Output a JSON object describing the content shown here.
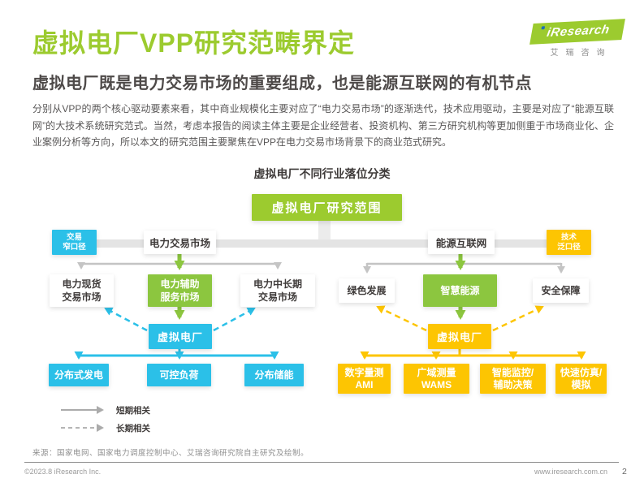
{
  "colors": {
    "green-root": "#9CCB2F",
    "green": "#8CC63F",
    "cyan": "#2BC0E8",
    "yellow": "#FDC502",
    "bar-gray": "#E4E4E4"
  },
  "header": {
    "title": "虚拟电厂VPP研究范畴界定",
    "subtitle": "虚拟电厂既是电力交易市场的重要组成，也是能源互联网的有机节点"
  },
  "logo": {
    "brand": "iResearch",
    "brand_cn": "艾瑞咨询"
  },
  "body": {
    "paragraph": "分别从VPP的两个核心驱动要素来看，其中商业规模化主要对应了“电力交易市场”的逐渐迭代，技术应用驱动，主要是对应了“能源互联网”的大技术系统研究范式。当然，考虑本报告的阅读主体主要是企业经营者、投资机构、第三方研究机构等更加侧重于市场商业化、企业案例分析等方向，所以本文的研究范围主要聚焦在VPP在电力交易市场背景下的商业范式研究。"
  },
  "diagram": {
    "title": "虚拟电厂不同行业落位分类",
    "nodes": {
      "root": {
        "label": "虚拟电厂研究范围"
      },
      "trade_tag": {
        "line1": "交易",
        "line2": "窄口径"
      },
      "power_trading_market": {
        "label": "电力交易市场"
      },
      "energy_internet": {
        "label": "能源互联网"
      },
      "tech_tag": {
        "line1": "技术",
        "line2": "泛口径"
      },
      "spot_market": {
        "line1": "电力现货",
        "line2": "交易市场"
      },
      "ancillary_market": {
        "line1": "电力辅助",
        "line2": "服务市场"
      },
      "mid_long_market": {
        "line1": "电力中长期",
        "line2": "交易市场"
      },
      "green_dev": {
        "label": "绿色发展"
      },
      "smart_energy": {
        "label": "智慧能源"
      },
      "security": {
        "label": "安全保障"
      },
      "vpp_left": {
        "label": "虚拟电厂"
      },
      "vpp_right": {
        "label": "虚拟电厂"
      },
      "distributed_gen": {
        "label": "分布式发电"
      },
      "controllable_load": {
        "label": "可控负荷"
      },
      "distributed_storage": {
        "label": "分布储能"
      },
      "ami": {
        "line1": "数字量测",
        "line2": "AMI"
      },
      "wams": {
        "line1": "广域测量",
        "line2": "WAMS"
      },
      "monitor": {
        "line1": "智能监控/",
        "line2": "辅助决策"
      },
      "simulation": {
        "line1": "快速仿真/",
        "line2": "模拟"
      }
    },
    "legend": {
      "short_term": "短期相关",
      "long_term": "长期相关"
    }
  },
  "footer": {
    "source": "来源：国家电网、国家电力调度控制中心、艾瑞咨询研究院自主研究及绘制。",
    "copyright": "©2023.8 iResearch Inc.",
    "website": "www.iresearch.com.cn",
    "page_number": "2"
  }
}
